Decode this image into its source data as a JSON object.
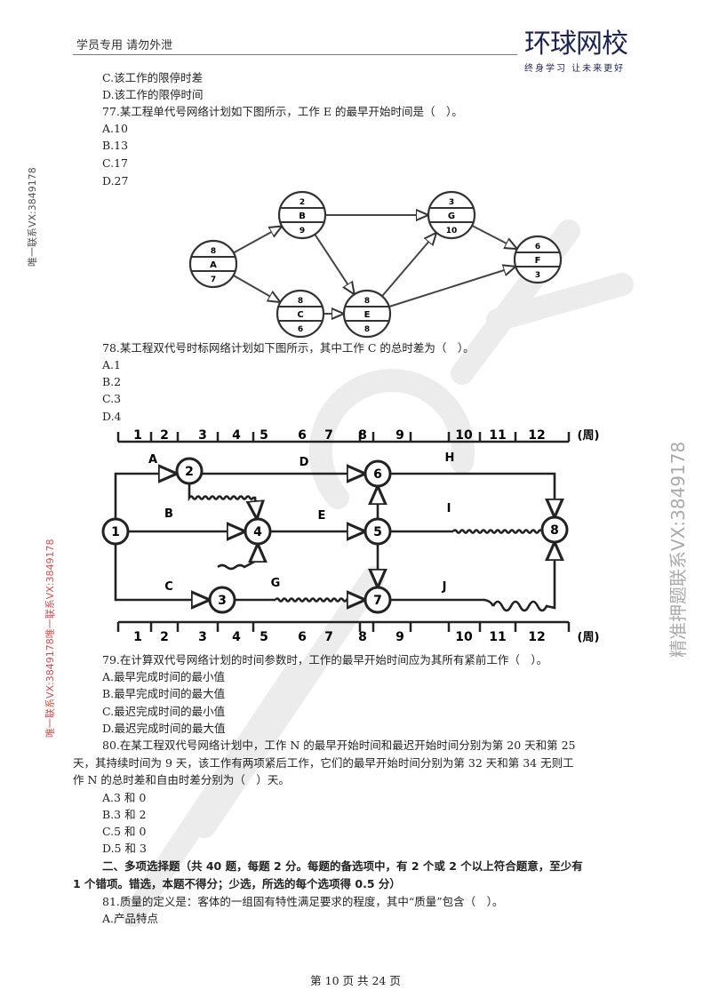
{
  "header": {
    "left_text": "学员专用 请勿外泄",
    "logo_name": "环球网校",
    "logo_slogan": "终身学习 让未来更好",
    "brand_color": "#1e2352"
  },
  "watermarks": {
    "contact_red": "唯一联系VX:3849178",
    "contact_red_2": "唯一联系VX:3849178唯一联系VX:3849178",
    "contact_grey": "精准押题联系VX:3849178",
    "big": "环球网校"
  },
  "q76_tail": {
    "options": [
      "C.该工作的限停时差",
      "D.该工作的限停时间"
    ]
  },
  "q77": {
    "stem": "77.某工程单代号网络计划如下图所示，工作 E 的最早开始时间是（　）。",
    "options": [
      "A.10",
      "B.13",
      "C.17",
      "D.27"
    ],
    "diagram": {
      "nodes": [
        {
          "name": "A",
          "top": "8",
          "bottom": "7"
        },
        {
          "name": "B",
          "top": "2",
          "bottom": "9"
        },
        {
          "name": "C",
          "top": "8",
          "bottom": "6"
        },
        {
          "name": "E",
          "top": "8",
          "bottom": "8"
        },
        {
          "name": "G",
          "top": "3",
          "bottom": "10"
        },
        {
          "name": "F",
          "top": "6",
          "bottom": "3"
        }
      ]
    }
  },
  "q78": {
    "stem": "78.某工程双代号时标网络计划如下图所示，其中工作 C 的总时差为（　）。",
    "options": [
      "A.1",
      "B.2",
      "C.3",
      "D.4"
    ],
    "diagram": {
      "scale": [
        "1",
        "2",
        "3",
        "4",
        "5",
        "6",
        "7",
        "8",
        "9",
        "10",
        "11",
        "12"
      ],
      "unit": "(周)",
      "nodes": [
        "1",
        "2",
        "3",
        "4",
        "5",
        "6",
        "7",
        "8"
      ],
      "activities": [
        "A",
        "B",
        "C",
        "D",
        "E",
        "G",
        "H",
        "I",
        "J"
      ]
    }
  },
  "q79": {
    "stem": "79.在计算双代号网络计划的时间参数时，工作的最早开始时间应为其所有紧前工作（　）。",
    "options": [
      "A.最早完成时间的最小值",
      "B.最早完成时间的最大值",
      "C.最迟完成时间的最小值",
      "D.最迟完成时间的最大值"
    ]
  },
  "q80": {
    "stem_lines": [
      "80.在某工程双代号网络计划中，工作 N 的最早开始时间和最迟开始时间分别为第 20 天和第 25",
      "天，其持续时间为 9 天，该工作有两项紧后工作，它们的最早开始时间分别为第 32 天和第 34 无则工",
      "作 N 的总时差和自由时差分别为（　）天。"
    ],
    "options": [
      "A.3 和 0",
      "B.3 和 2",
      "C.5 和 0",
      "D.5 和 3"
    ]
  },
  "section2": {
    "lines": [
      "二、多项选择题（共 40 题，每题 2 分。每题的备选项中，有 2 个或 2 个以上符合题意，至少有",
      "1 个错项。错选，本题不得分；少选，所选的每个选项得 0.5 分）"
    ]
  },
  "q81": {
    "stem": "81.质量的定义是：客体的一组固有特性满足要求的程度，其中“质量”包含（　）。",
    "options": [
      "A.产品特点"
    ]
  },
  "footer": {
    "page": "第 10 页 共 24 页"
  }
}
